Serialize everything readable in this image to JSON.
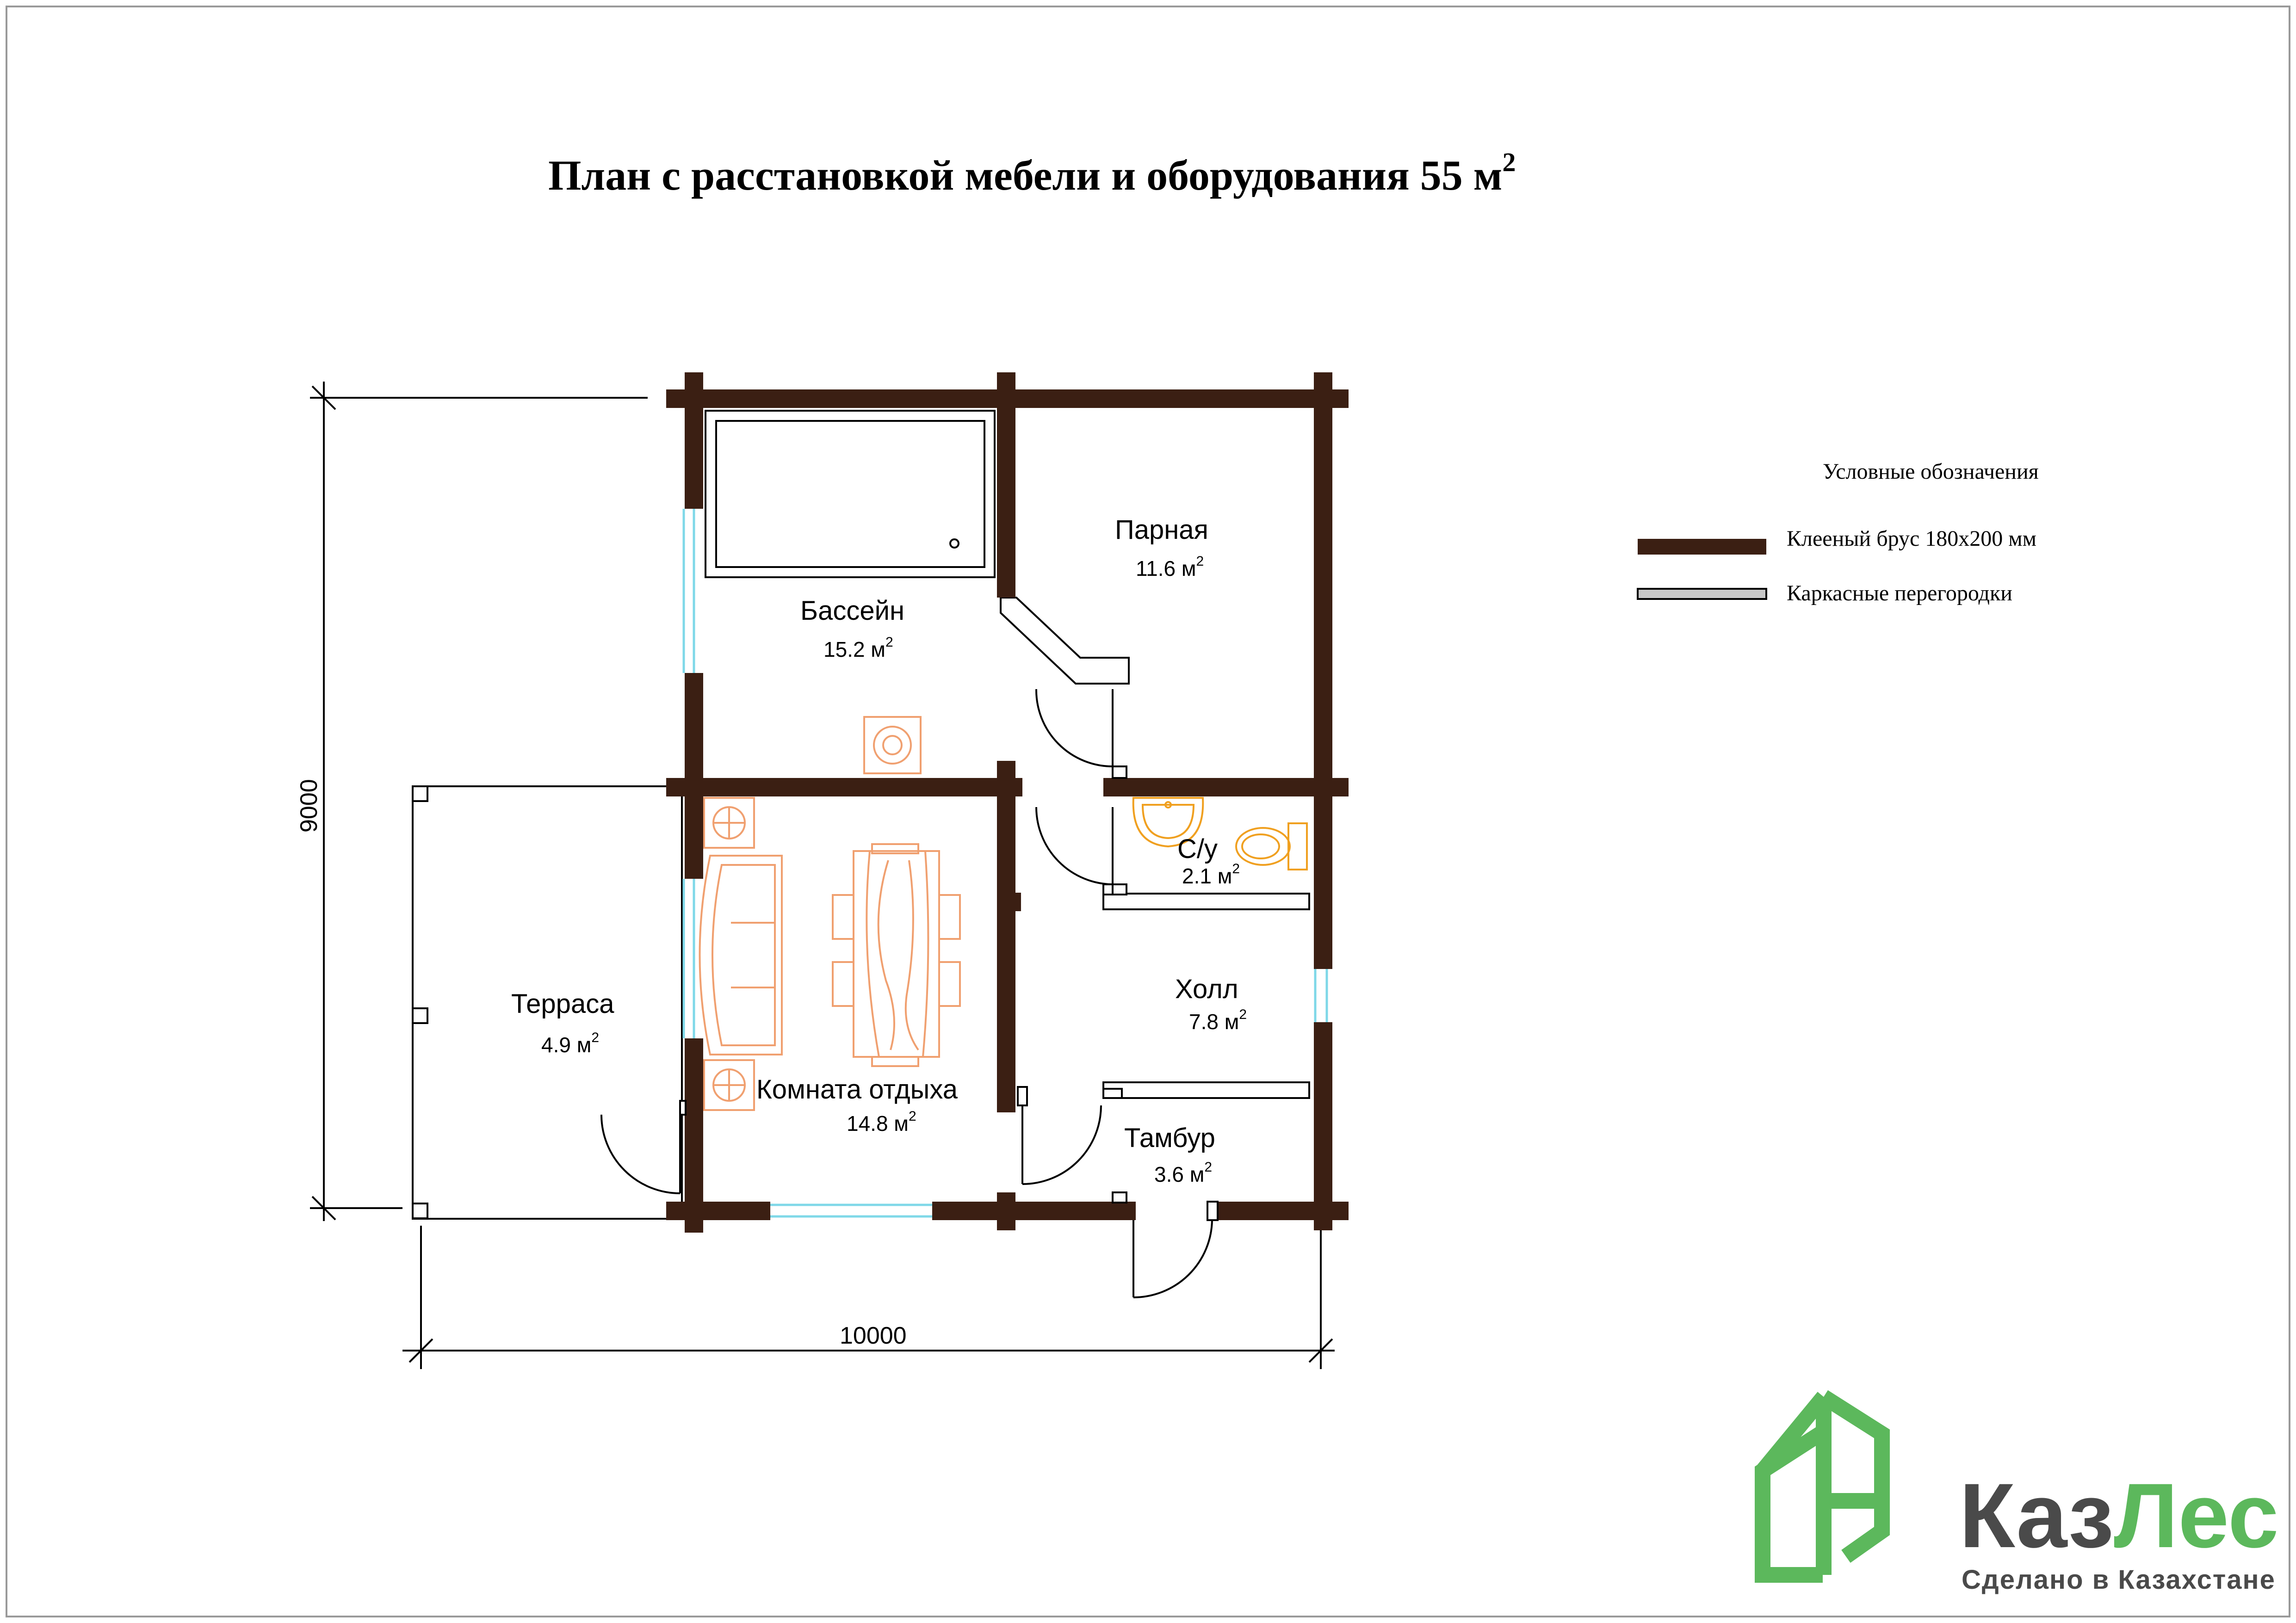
{
  "title": {
    "text": "План с расстановкой мебели и оборудования 55 м",
    "sup": "2"
  },
  "legend": {
    "heading": "Условные обозначения",
    "items": [
      {
        "label": "Клееный  брус 180х200 мм",
        "color": "#3b1f13"
      },
      {
        "label": "Каркасные перегородки",
        "color": "#c8c8c8"
      }
    ]
  },
  "rooms": [
    {
      "id": "pool",
      "name": "Бассейн",
      "area": "15.2 м"
    },
    {
      "id": "steam",
      "name": "Парная",
      "area": "11.6 м"
    },
    {
      "id": "wc",
      "name": "С/у",
      "area": "2.1 м"
    },
    {
      "id": "hall",
      "name": "Холл",
      "area": "7.8 м"
    },
    {
      "id": "terrace",
      "name": "Терраса",
      "area": "4.9 м"
    },
    {
      "id": "rest",
      "name": "Комната отдыха",
      "area": "14.8 м"
    },
    {
      "id": "vestibule",
      "name": "Тамбур",
      "area": "3.6 м"
    }
  ],
  "area_sup": "2",
  "dimensions": {
    "width": "10000",
    "height": "9000"
  },
  "logo": {
    "brand_part1": "Каз",
    "brand_part2": "Лес",
    "tagline": "Сделано в Казахстане",
    "color_dark": "#4a4a4a",
    "color_green": "#5cb85c"
  },
  "colors": {
    "timber": "#3b1f13",
    "window": "#7fd8e8",
    "furniture": "#f0a070",
    "sanitary": "#f0a020"
  }
}
